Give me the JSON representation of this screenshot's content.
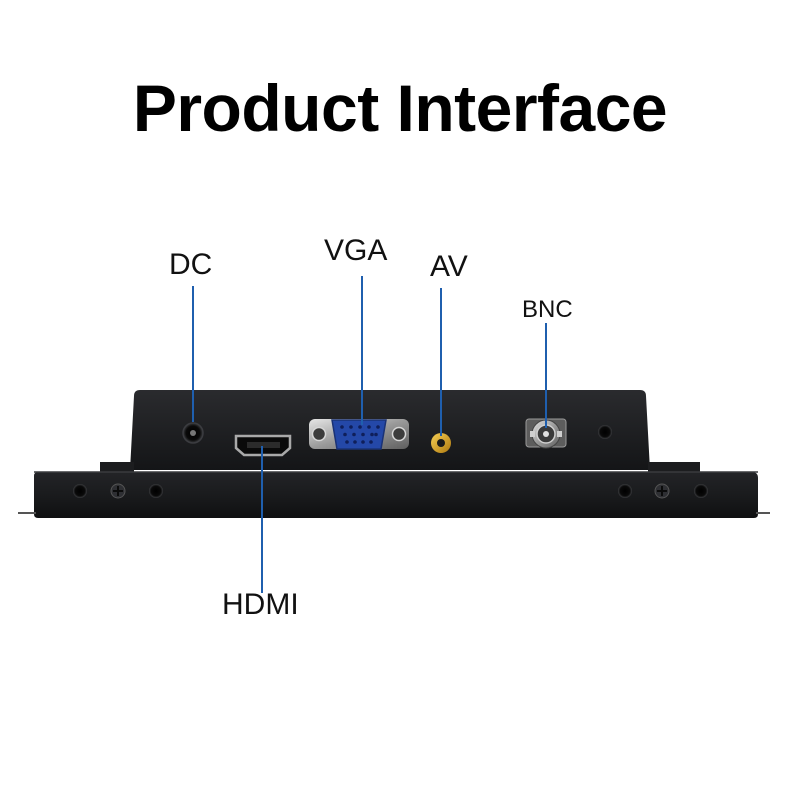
{
  "title": "Product Interface",
  "ports": {
    "dc": "DC",
    "vga": "VGA",
    "av": "AV",
    "bnc": "BNC",
    "hdmi": "HDMI"
  },
  "colors": {
    "callout_line": "#1f5fae",
    "device_body": "#17181a",
    "vga_connector": "#2448a8",
    "av_jack": "#d7a21a",
    "metal": "#b9b9b9"
  }
}
